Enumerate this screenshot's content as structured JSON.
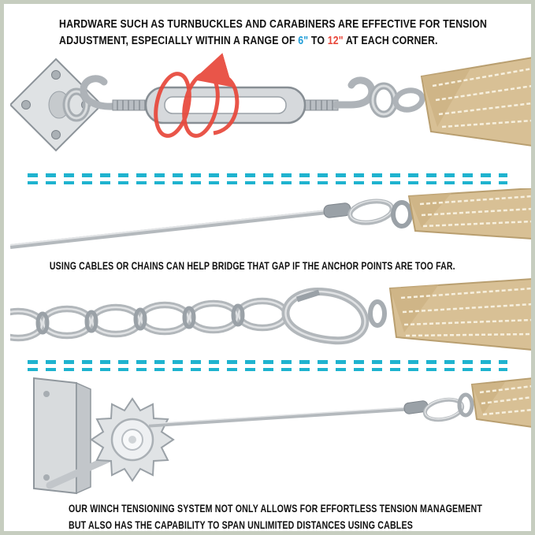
{
  "colors": {
    "accent-cyan": "#1fb3cf",
    "accent-blue": "#1e9cd7",
    "accent-red": "#e8473a",
    "frame": "#c6cdbf",
    "text": "#101010",
    "metal": "#b2b7bb",
    "metal-dark": "#8c9399",
    "metal-light": "#e0e2e4",
    "strap": "#d8c095",
    "strap-dark": "#b99f70",
    "stitch": "#f7f0de"
  },
  "header": {
    "line1": "HARDWARE SUCH AS TURNBUCKLES AND CARABINERS ARE EFFECTIVE FOR TENSION",
    "line2_pre": "ADJUSTMENT, ESPECIALLY WITHIN A RANGE OF ",
    "range_min": "6\"",
    "line2_mid": " TO ",
    "range_max": "12\"",
    "line2_post": " AT EACH CORNER."
  },
  "captions": {
    "cables_chains": "USING CABLES OR CHAINS CAN HELP BRIDGE THAT GAP IF THE ANCHOR POINTS ARE TOO FAR.",
    "winch_line1": "OUR WINCH TENSIONING SYSTEM NOT ONLY ALLOWS FOR EFFORTLESS TENSION MANAGEMENT",
    "winch_line2": "BUT ALSO HAS THE CAPABILITY TO SPAN UNLIMITED DISTANCES USING CABLES"
  },
  "illustrations": {
    "turnbuckle": "turnbuckle with hooks connecting a wall pad-eye plate to a shade-sail corner strap, red spiral arrow showing twist adjustment",
    "cable": "steel cable with crimped loop and shackle connecting to a shade-sail corner strap",
    "chain": "chain links with carabiner connecting to a shade-sail corner strap",
    "winch": "wall-mounted winch tensioner with ratchet gear and cable loop connecting to a shade-sail corner strap"
  }
}
